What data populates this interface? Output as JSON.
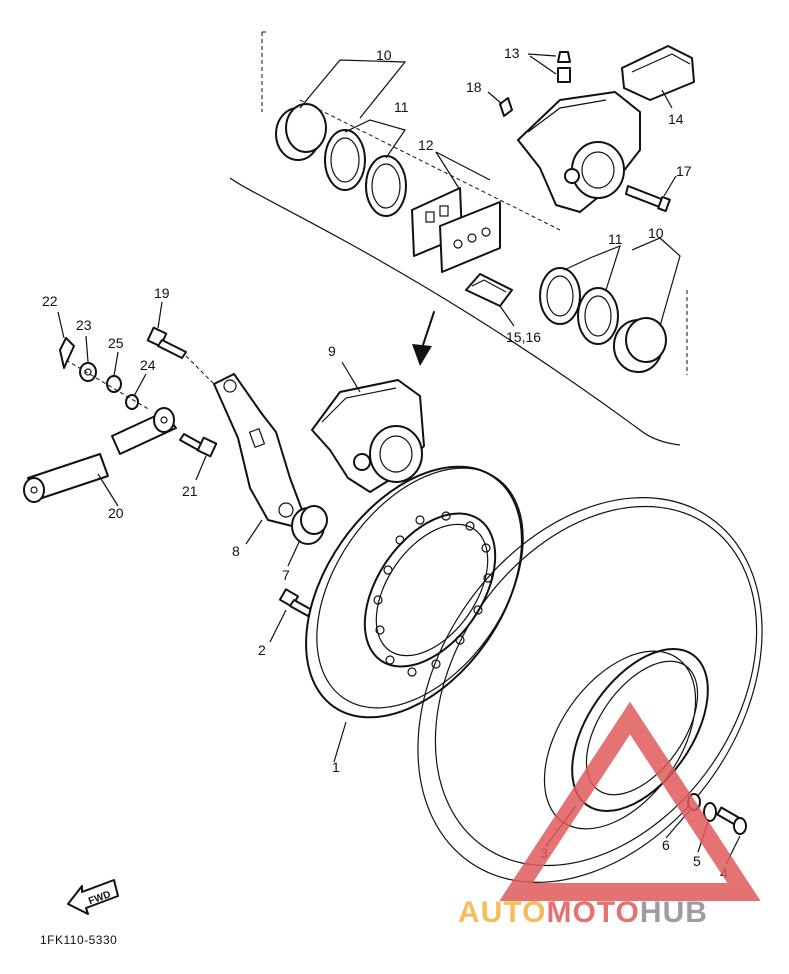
{
  "labels": {
    "l1": "1",
    "l2": "2",
    "l3": "3",
    "l4": "4",
    "l5": "5",
    "l6": "6",
    "l7": "7",
    "l8": "8",
    "l9": "9",
    "l10a": "10",
    "l10b": "10",
    "l11a": "11",
    "l11b": "11",
    "l12": "12",
    "l13": "13",
    "l14": "14",
    "l1516": "15,16",
    "l17": "17",
    "l18": "18",
    "l19": "19",
    "l20": "20",
    "l21": "21",
    "l22": "22",
    "l23": "23",
    "l24": "24",
    "l25": "25"
  },
  "fwd_label": "FWD",
  "drawing_code": "1FK110-5330",
  "watermark": {
    "part1": "AUTO",
    "part2": "MOTO",
    "part3": "HUB",
    "color_orange": "#f5b041",
    "color_red": "#e05a5a",
    "color_gray": "#8c8c8c"
  }
}
